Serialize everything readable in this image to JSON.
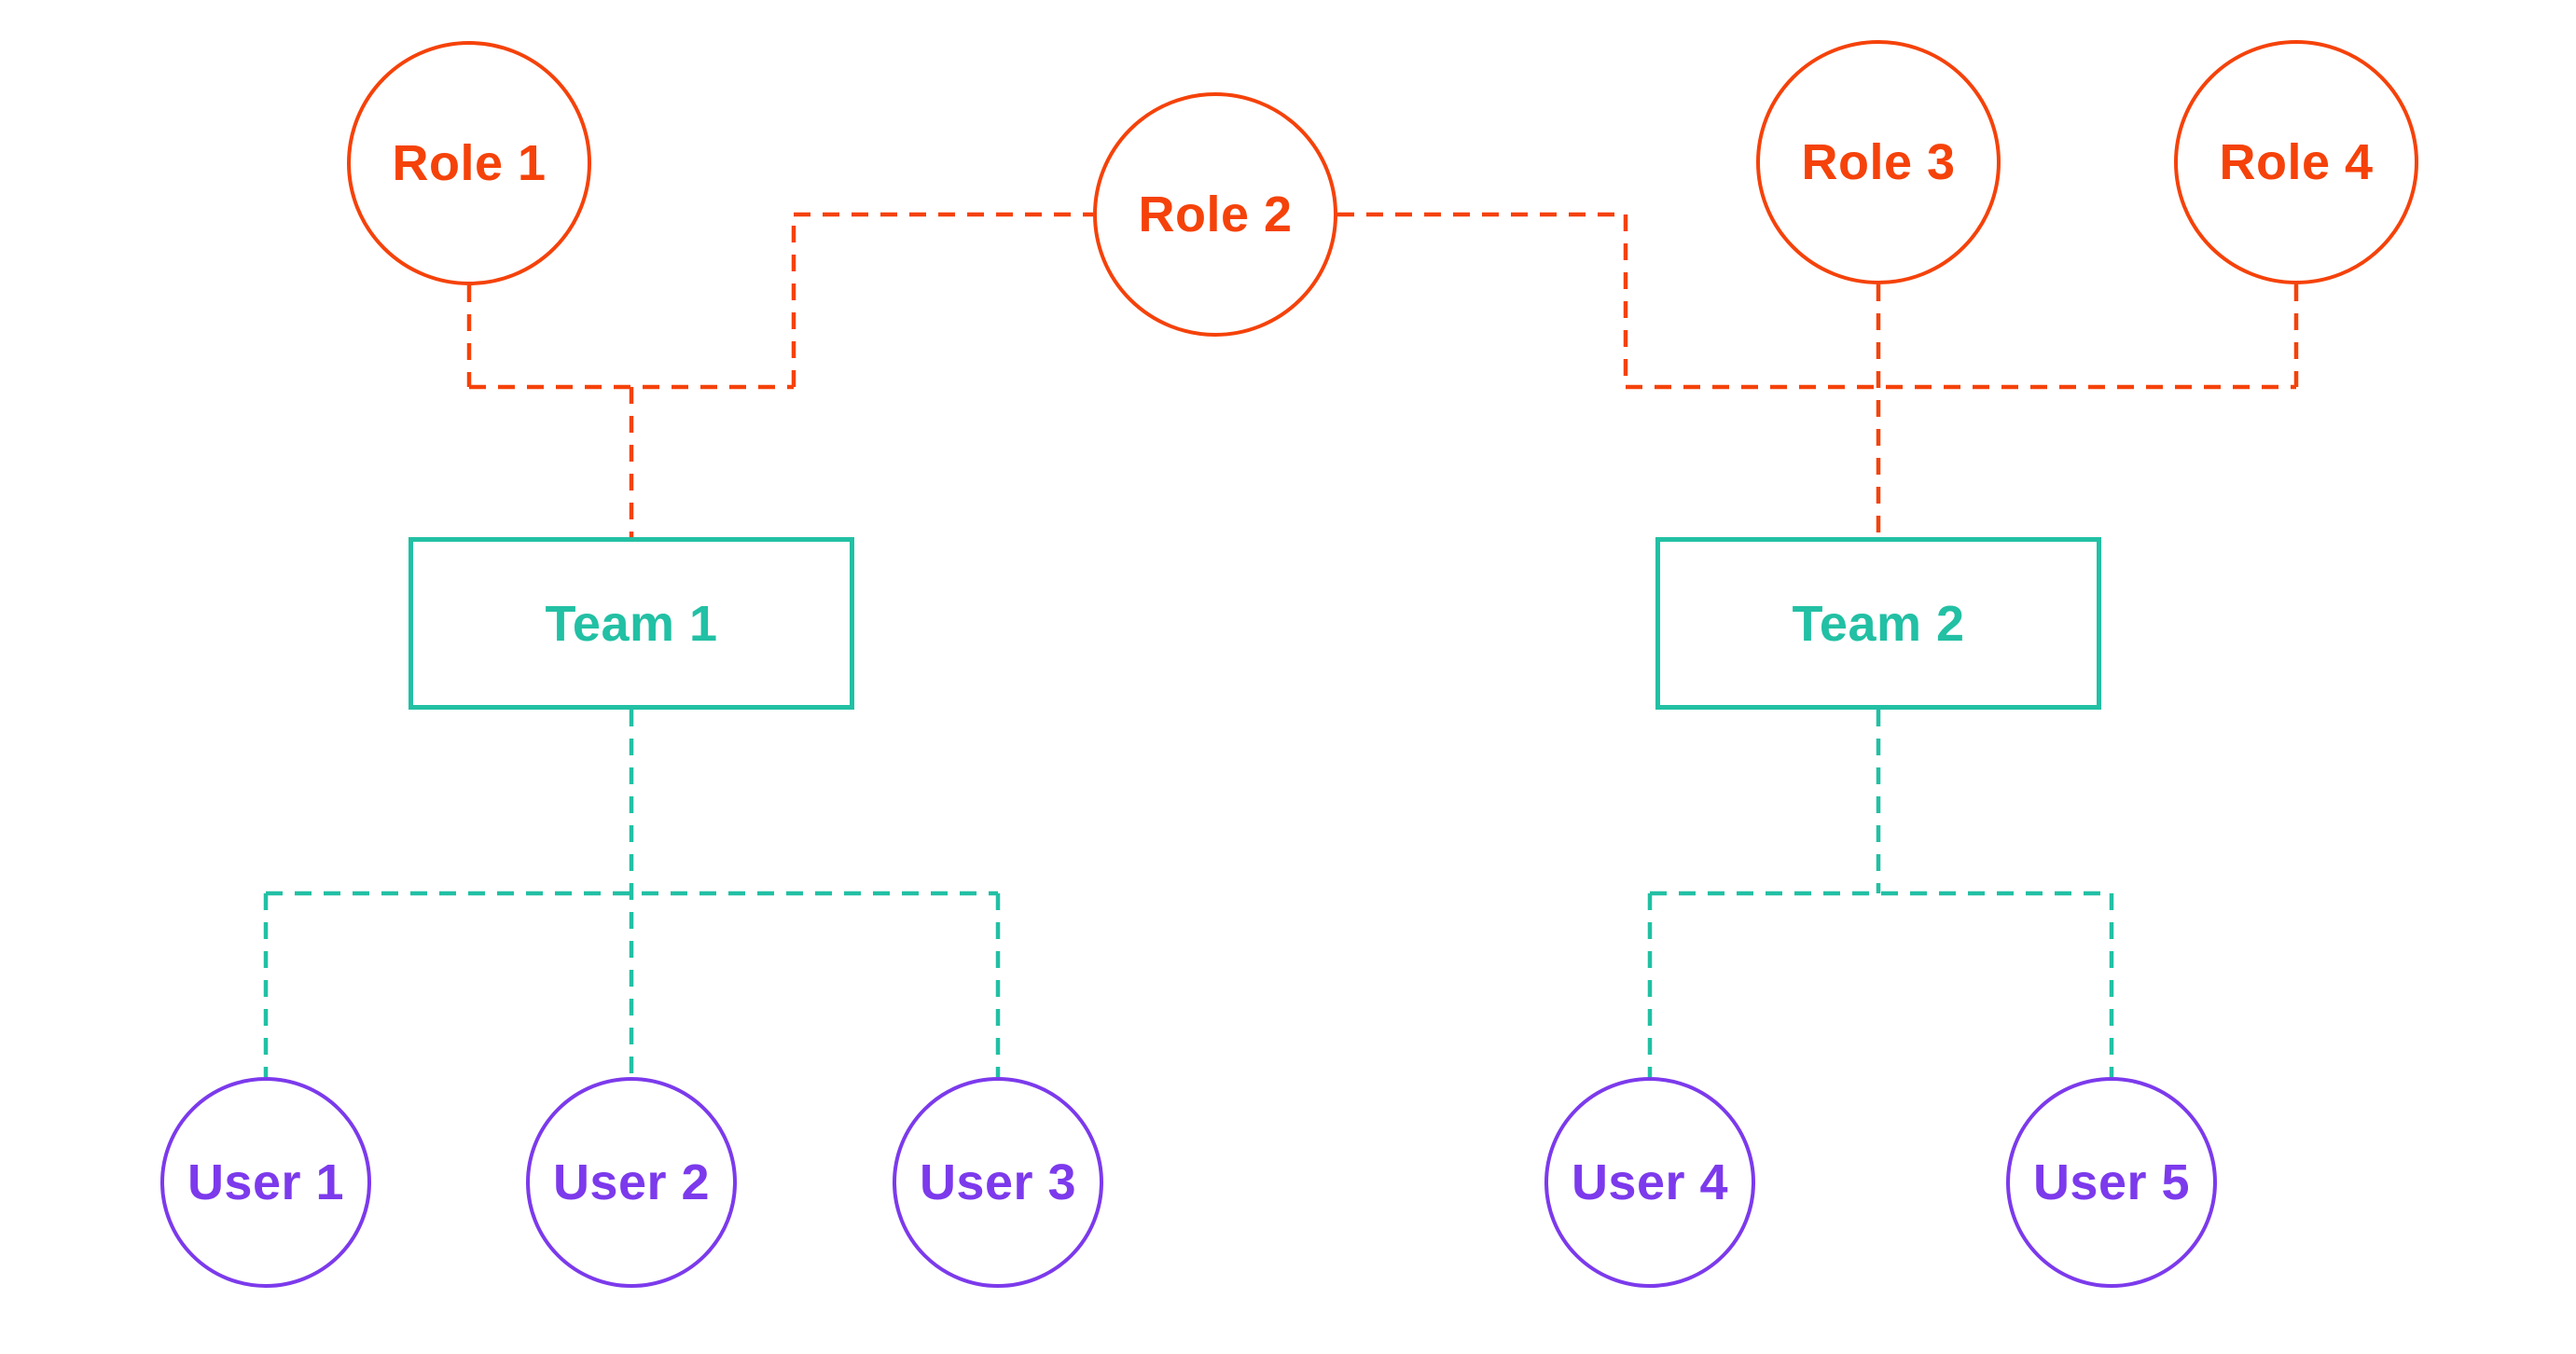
{
  "diagram": {
    "background_color": "#ffffff",
    "colors": {
      "role_accent": "#f5420a",
      "team_accent": "#22c0a4",
      "user_accent": "#7c3aec"
    },
    "nodes": {
      "roles": [
        {
          "label": "Role 1",
          "shape": "circle"
        },
        {
          "label": "Role 2",
          "shape": "circle"
        },
        {
          "label": "Role 3",
          "shape": "circle"
        },
        {
          "label": "Role 4",
          "shape": "circle"
        }
      ],
      "teams": [
        {
          "label": "Team 1",
          "shape": "rectangle"
        },
        {
          "label": "Team 2",
          "shape": "rectangle"
        }
      ],
      "users": [
        {
          "label": "User 1",
          "shape": "circle"
        },
        {
          "label": "User 2",
          "shape": "circle"
        },
        {
          "label": "User 3",
          "shape": "circle"
        },
        {
          "label": "User 4",
          "shape": "circle"
        },
        {
          "label": "User 5",
          "shape": "circle"
        }
      ]
    },
    "connections": {
      "line_style": "dashed",
      "role_to_team": [
        [
          "Role 1",
          "Team 1"
        ],
        [
          "Role 2",
          "Team 1"
        ],
        [
          "Role 2",
          "Team 2"
        ],
        [
          "Role 3",
          "Team 2"
        ],
        [
          "Role 4",
          "Team 2"
        ]
      ],
      "team_to_user": [
        [
          "Team 1",
          "User 1"
        ],
        [
          "Team 1",
          "User 2"
        ],
        [
          "Team 1",
          "User 3"
        ],
        [
          "Team 2",
          "User 4"
        ],
        [
          "Team 2",
          "User 5"
        ]
      ]
    }
  }
}
